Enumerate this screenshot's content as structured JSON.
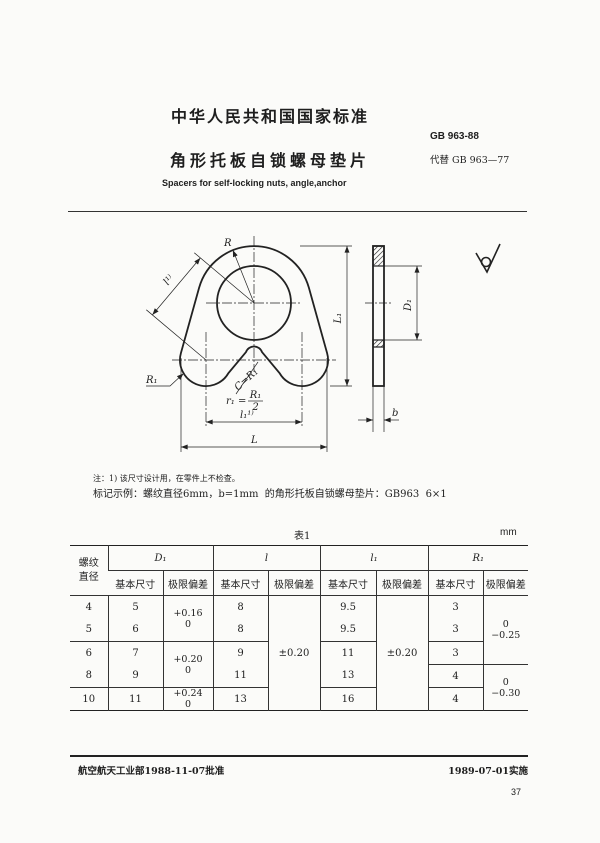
{
  "header": {
    "title_cn": "中华人民共和国国家标准",
    "standard_no": "GB 963-88",
    "subtitle_cn": "角形托板自锁螺母垫片",
    "replaces": "代替 GB 963—77",
    "title_en": "Spacers for self-locking nuts, angle,anchor"
  },
  "drawing": {
    "R": "R",
    "l": "l¹⁾",
    "L1": "L₁",
    "D1": "D₁",
    "R1": "R₁",
    "C": "C=R₁",
    "r1_lhs": "r₁ =",
    "r1_num": "R₁",
    "r1_den": "2",
    "l1": "l₁¹⁾",
    "L": "L",
    "b": "b",
    "roughness_symbol": "surface-roughness-icon"
  },
  "note": "注：1) 该尺寸设计用，在零件上不检查。",
  "marking_example": "标记示例：螺纹直径6mm，b=1mm  的角形托板自锁螺母垫片：GB963  6×1",
  "table": {
    "caption": "表1",
    "unit": "mm",
    "headers": {
      "size_line1": "螺纹",
      "size_line2": "直径",
      "d1": "D₁",
      "l": "l",
      "l1": "l₁",
      "r1": "R₁",
      "basic": "基本尺寸",
      "tolerance": "极限偏差"
    },
    "rows": [
      {
        "size": "4",
        "d1": "5",
        "l": "8",
        "l1": "9.5",
        "r1": "3"
      },
      {
        "size": "5",
        "d1": "6",
        "l": "8",
        "l1": "9.5",
        "r1": "3"
      },
      {
        "size": "6",
        "d1": "7",
        "l": "9",
        "l1": "11",
        "r1": "3"
      },
      {
        "size": "8",
        "d1": "9",
        "l": "11",
        "l1": "13",
        "r1": "4"
      },
      {
        "size": "10",
        "d1": "11",
        "l": "13",
        "l1": "16",
        "r1": "4"
      }
    ],
    "d1_dev": [
      {
        "upper": "+0.16",
        "lower": "0"
      },
      {
        "upper": "+0.20",
        "lower": "0"
      },
      {
        "upper": "+0.24",
        "lower": "0"
      }
    ],
    "l_dev": "±0.20",
    "l1_dev": "±0.20",
    "r1_dev": [
      {
        "upper": "0",
        "lower": "−0.25"
      },
      {
        "upper": "0",
        "lower": "−0.30"
      }
    ]
  },
  "footer": {
    "approved": "航空航天工业部1988-11-07批准",
    "effective": "1989-07-01实施",
    "page": "37"
  }
}
